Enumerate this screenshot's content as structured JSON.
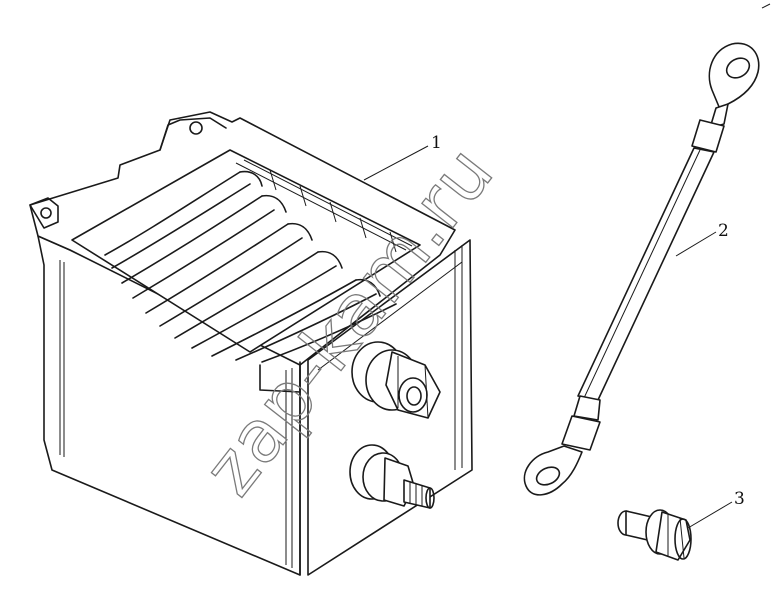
{
  "callouts": [
    {
      "id": "part-1",
      "label": "1"
    },
    {
      "id": "part-2",
      "label": "2"
    },
    {
      "id": "part-3",
      "label": "3"
    }
  ],
  "watermark": "zap-kam.ru",
  "parts": [
    {
      "label": "1",
      "icon": "heater-box-icon"
    },
    {
      "label": "2",
      "icon": "ground-cable-icon"
    },
    {
      "label": "3",
      "icon": "flange-bolt-icon"
    }
  ]
}
